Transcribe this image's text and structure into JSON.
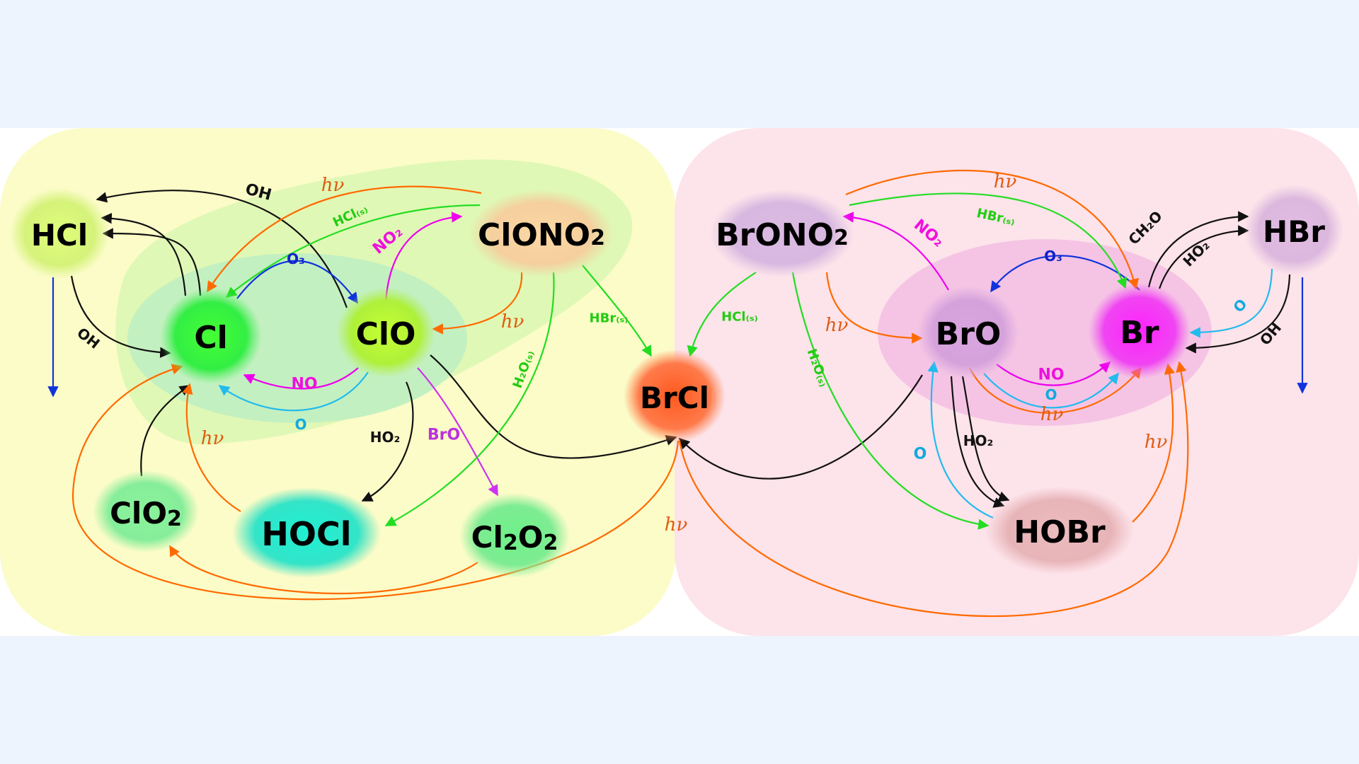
{
  "nodes": {
    "hcl": {
      "main": "HCl"
    },
    "cl": {
      "main": "Cl"
    },
    "clo": {
      "main": "ClO"
    },
    "clono2": {
      "main": "ClONO",
      "sub": "2"
    },
    "clo2": {
      "main": "ClO",
      "sub": "2"
    },
    "hocl": {
      "main": "HOCl"
    },
    "cl2o2": {
      "a": "Cl",
      "b": "2",
      "c": "O",
      "d": "2"
    },
    "brcl": {
      "main": "BrCl"
    },
    "brono2": {
      "main": "BrONO",
      "sub": "2"
    },
    "bro": {
      "main": "BrO"
    },
    "br": {
      "main": "Br"
    },
    "hbr": {
      "main": "HBr"
    },
    "hobr": {
      "main": "HOBr"
    }
  },
  "labels": {
    "oh": "OH",
    "hv": "hν",
    "o3": "O₃",
    "o": "O",
    "no": "NO",
    "no2": "NO₂",
    "hcl_s": "HCl₍ₛ₎",
    "hbr_s": "HBr₍ₛ₎",
    "h2o_s": "H₂O₍ₛ₎",
    "ho2": "HO₂",
    "bro": "BrO",
    "ch2o": "CH₂O"
  },
  "colors": {
    "black": "#111111",
    "orange": "#ff6a00",
    "green": "#22dd22",
    "magenta": "#ee00ee",
    "violet": "#cc33ee",
    "blue": "#1133dd",
    "cyan": "#22bbee",
    "hv_text": "#e05a10",
    "green_text": "#22cc11",
    "magenta_text": "#ee11dd",
    "violet_text": "#bb33dd",
    "cyan_text": "#11aadd",
    "blue_text": "#1122cc"
  }
}
